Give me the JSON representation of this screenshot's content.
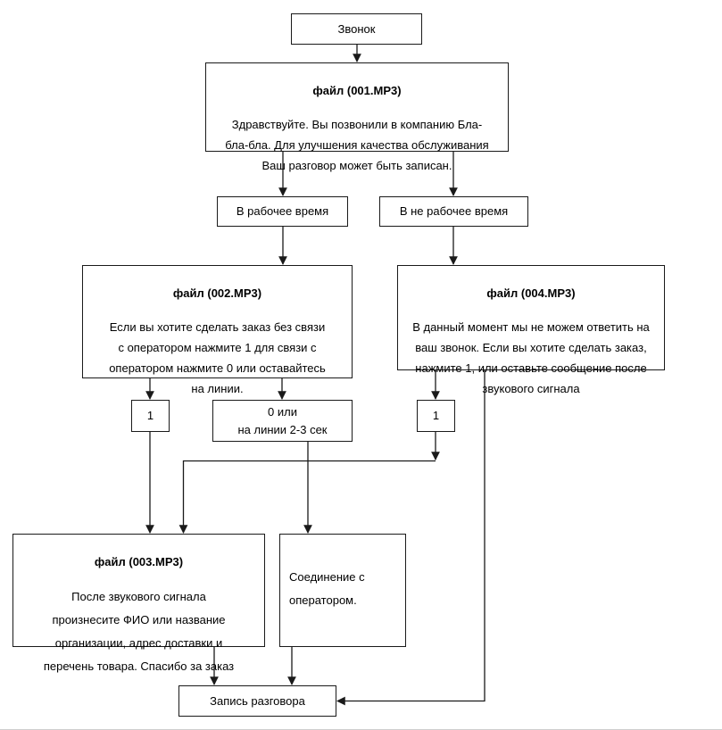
{
  "flowchart": {
    "colors": {
      "line": "#1a1a1a",
      "box_fill": "#ffffff",
      "text": "#000000"
    },
    "nodes": {
      "call": {
        "label": "Звонок"
      },
      "file001": {
        "title": "файл (001.MP3)",
        "body": "Здравствуйте. Вы позвонили в компанию Бла-\nбла-бла. Для улучшения качества обслуживания\nВаш разговор может быть записан."
      },
      "branch_work": {
        "label": "В рабочее время"
      },
      "branch_nonwork": {
        "label": "В не рабочее время"
      },
      "file002": {
        "title": "файл (002.MP3)",
        "body": "Если вы хотите сделать заказ без связи\nс оператором нажмите 1 для связи с\nоператором  нажмите 0 или оставайтесь\nна линии."
      },
      "file004": {
        "title": "файл (004.MP3)",
        "body": "В данный момент мы не можем ответить на\nваш звонок. Если вы хотите сделать заказ,\nнажмите 1, или оставьте сообщение после\nзвукового сигнала"
      },
      "key1_work": {
        "label": "1"
      },
      "key0_hold": {
        "label": "0 или\nна линии 2-3 сек"
      },
      "key1_nonwork": {
        "label": "1"
      },
      "file003": {
        "title": "файл (003.MP3)",
        "body": "После звукового сигнала\nпроизнесите ФИО или название\nорганизации, адрес доставки и\nперечень товара. Спасибо за заказ"
      },
      "operator": {
        "label": "Соединение с\nоператором."
      },
      "record": {
        "label": "Запись разговора"
      }
    }
  }
}
